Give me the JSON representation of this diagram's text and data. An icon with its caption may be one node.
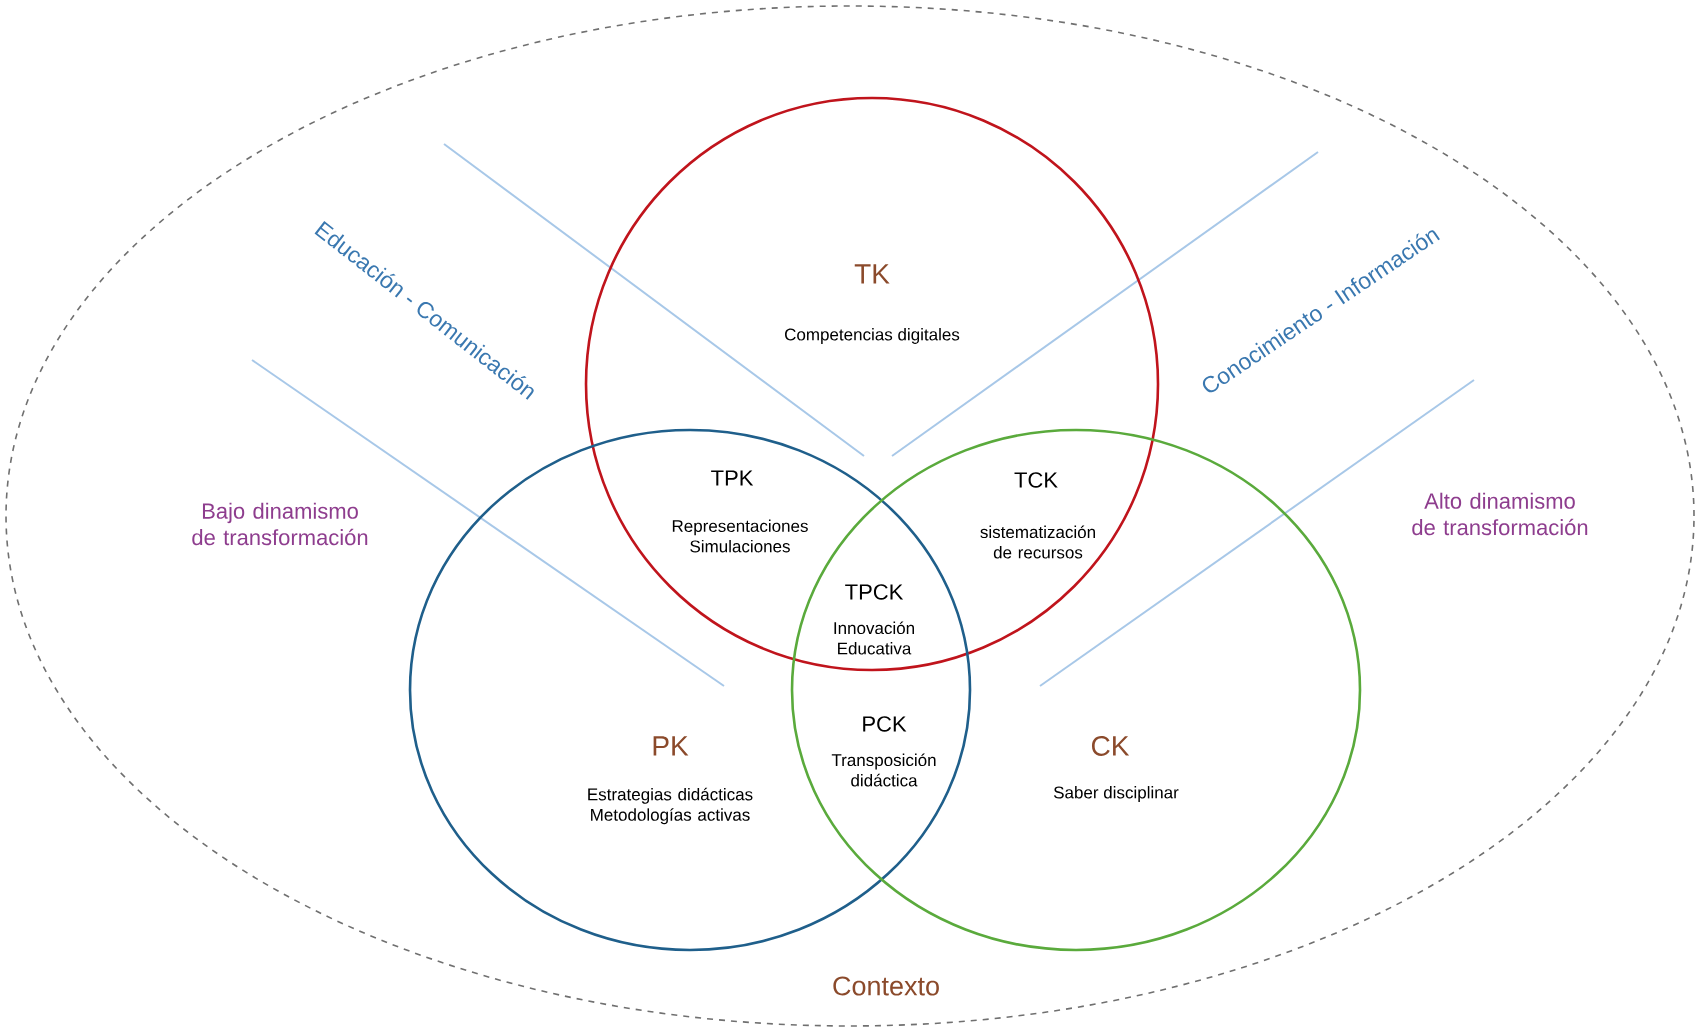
{
  "diagram": {
    "nodes": [
      {
        "text": [
          "Contexto"
        ]
      },
      {
        "text": [
          "TK",
          "Competencias digitales"
        ],
        "in": 0
      },
      {
        "text": [
          "PK",
          "Estrategias didácticas Metodologías activas"
        ],
        "in": 0
      },
      {
        "text": [
          "CK",
          "Saber disciplinar"
        ],
        "in": 0
      }
    ],
    "labels": [
      "Educación - Comunicación",
      "Conocimiento - Información",
      "Bajo dinamismo de transformación",
      "TPK",
      "Representaciones Simulaciones",
      "TCK",
      "sistematización de recursos",
      "Alto dinamismo de transformación",
      "TPCK",
      "Innovación Educativa",
      "PCK",
      "Transposición didáctica"
    ]
  }
}
